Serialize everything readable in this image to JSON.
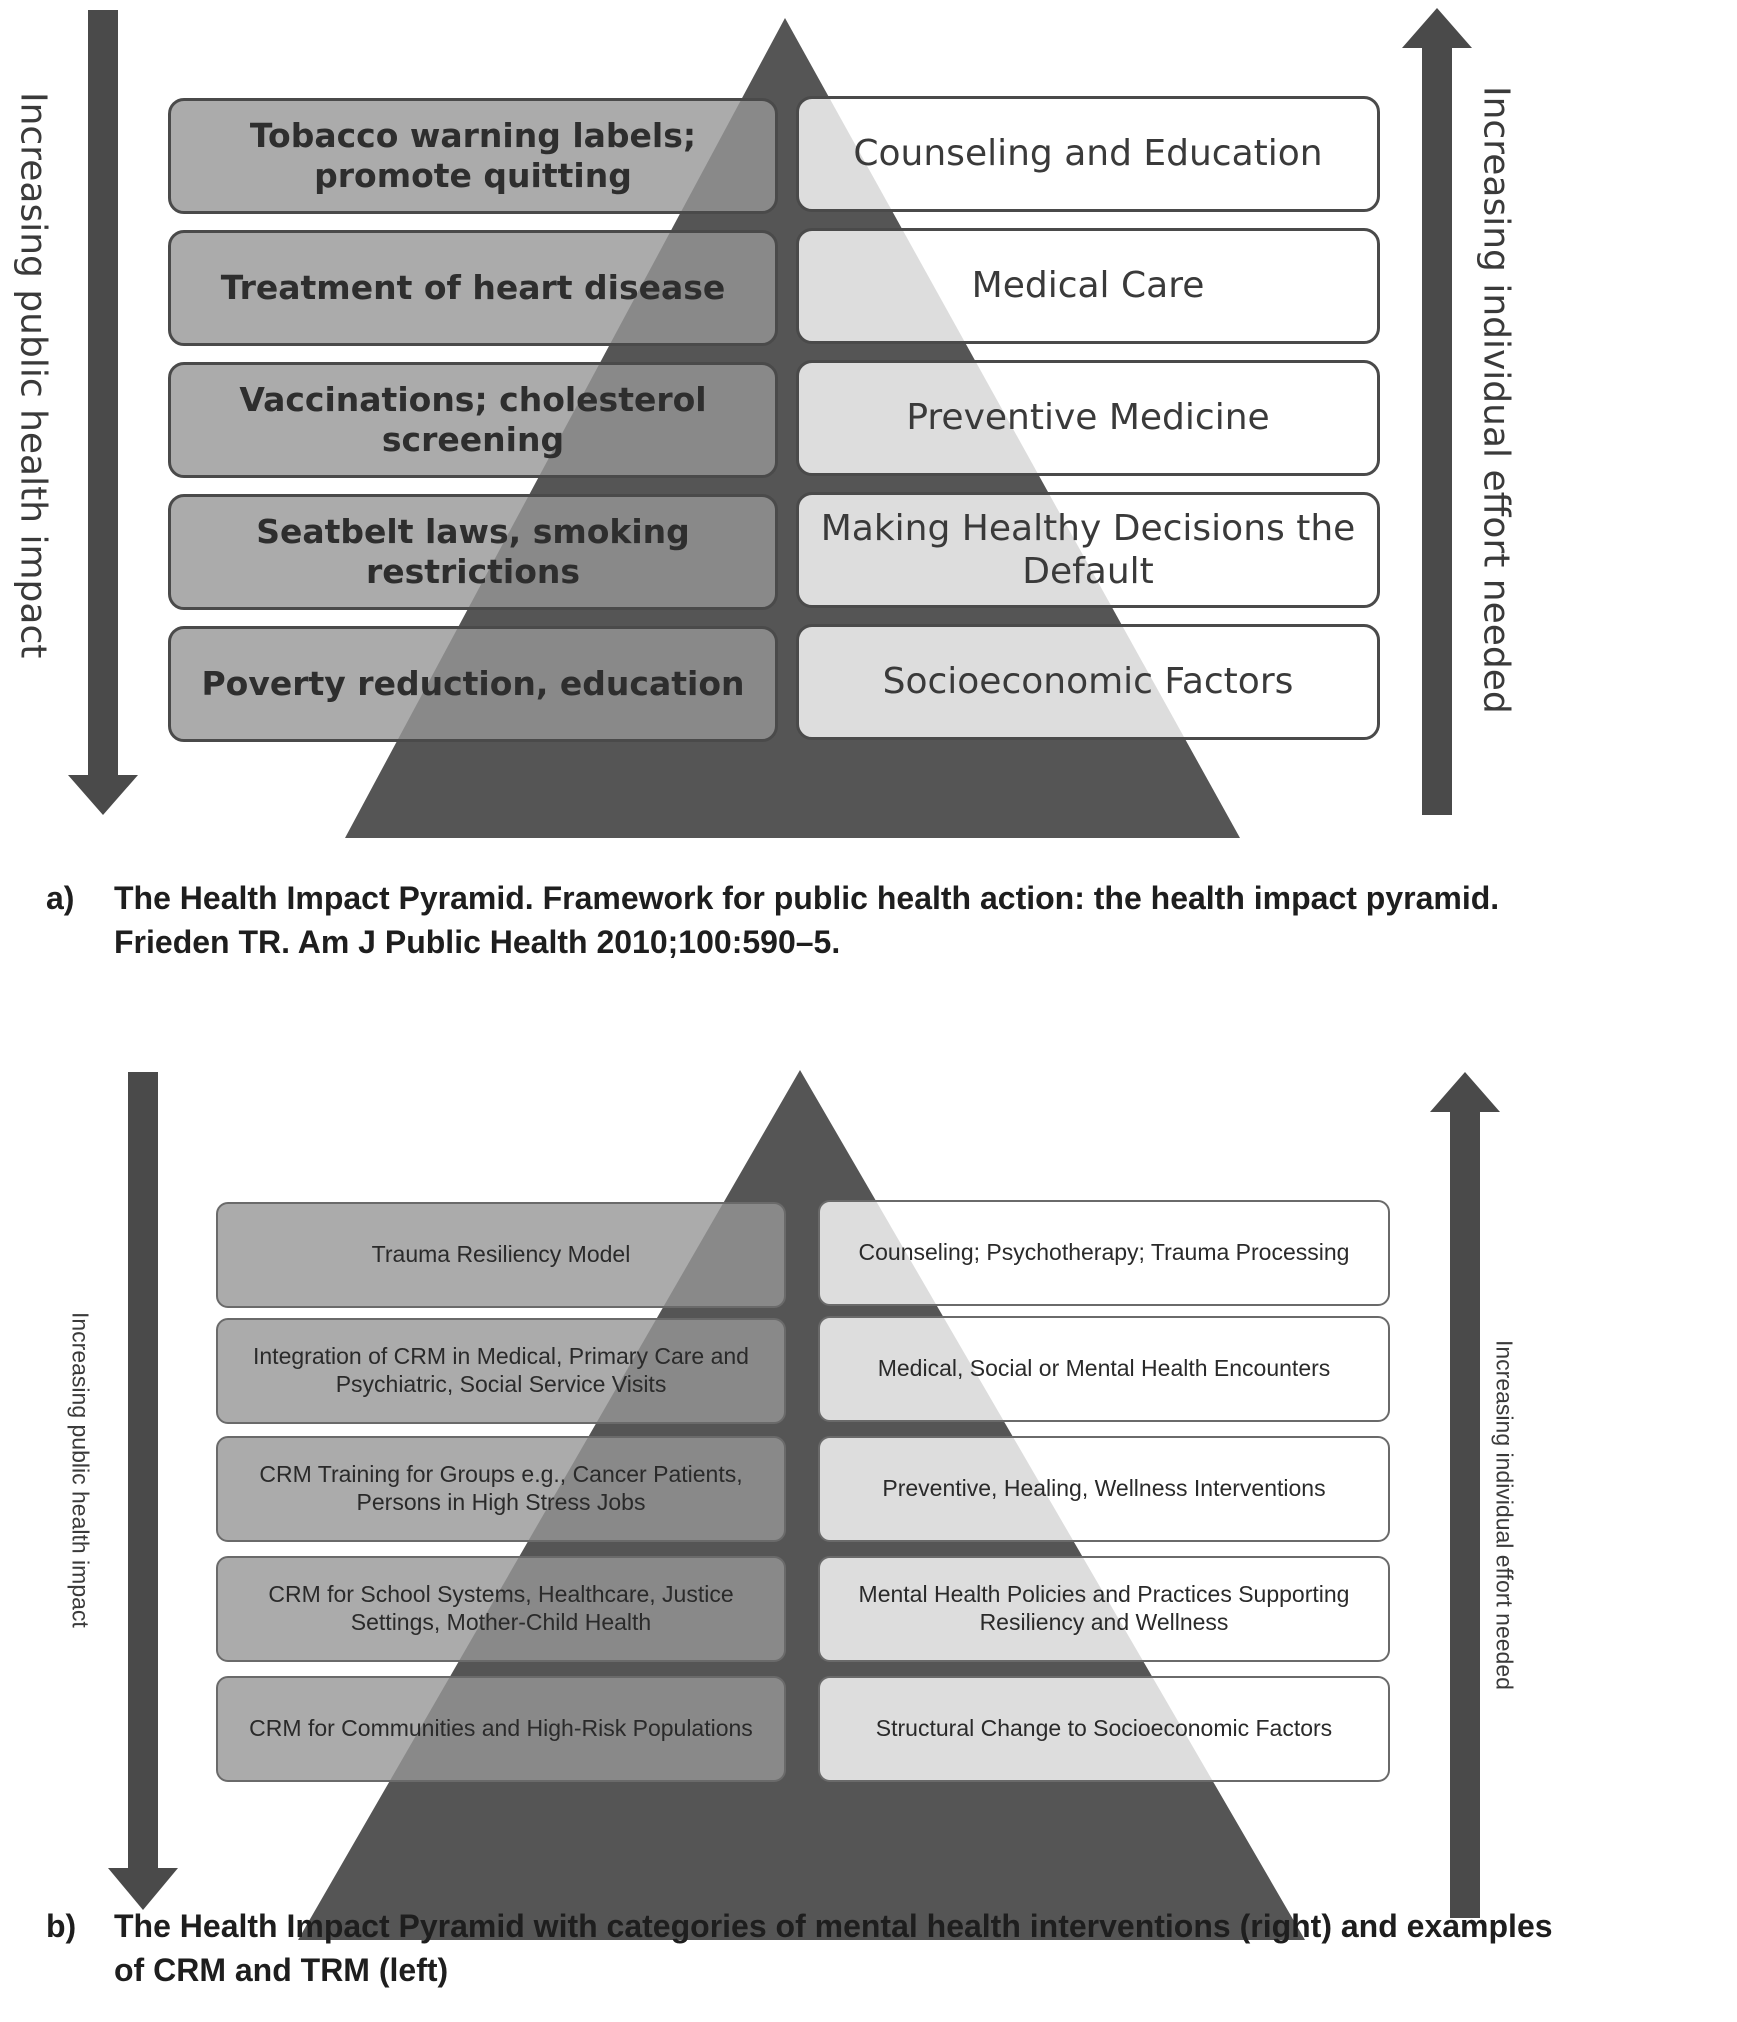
{
  "panel_a": {
    "left_axis_label": "Increasing public health impact",
    "right_axis_label": "Increasing individual effort needed",
    "tiers": [
      {
        "example": "Tobacco warning labels; promote quitting",
        "category": "Counseling and Education"
      },
      {
        "example": "Treatment of heart disease",
        "category": "Medical Care"
      },
      {
        "example": "Vaccinations; cholesterol screening",
        "category": "Preventive Medicine"
      },
      {
        "example": "Seatbelt laws, smoking restrictions",
        "category": "Making Healthy Decisions the Default"
      },
      {
        "example": "Poverty reduction, education",
        "category": "Socioeconomic Factors"
      }
    ],
    "caption_letter": "a)",
    "caption_line1": "The Health Impact Pyramid.  Framework for public health action: the health impact pyramid.",
    "caption_line2": "Frieden TR. Am J Public Health 2010;100:590–5."
  },
  "panel_b": {
    "left_axis_label": "Increasing public health impact",
    "right_axis_label": "Increasing individual effort needed",
    "tiers": [
      {
        "example": "Trauma Resiliency Model",
        "category": "Counseling; Psychotherapy; Trauma Processing"
      },
      {
        "example": "Integration of CRM in Medical, Primary Care and Psychiatric, Social Service Visits",
        "category": "Medical, Social or Mental Health Encounters"
      },
      {
        "example": "CRM Training for Groups e.g., Cancer Patients, Persons in High Stress Jobs",
        "category": "Preventive, Healing, Wellness Interventions"
      },
      {
        "example": "CRM for School Systems, Healthcare, Justice Settings, Mother-Child Health",
        "category": "Mental Health Policies and Practices Supporting Resiliency and Wellness"
      },
      {
        "example": "CRM for Communities and High-Risk Populations",
        "category": "Structural Change to Socioeconomic Factors"
      }
    ],
    "caption_letter": "b)",
    "caption_line1": "The Health Impact Pyramid with categories of mental health interventions (right) and examples",
    "caption_line2": "of CRM and TRM (left)"
  },
  "colors": {
    "pyramid": "#555555",
    "arrow": "#4a4a4a",
    "left_box_fill": "#969696",
    "right_box_fill": "#ffffff"
  }
}
